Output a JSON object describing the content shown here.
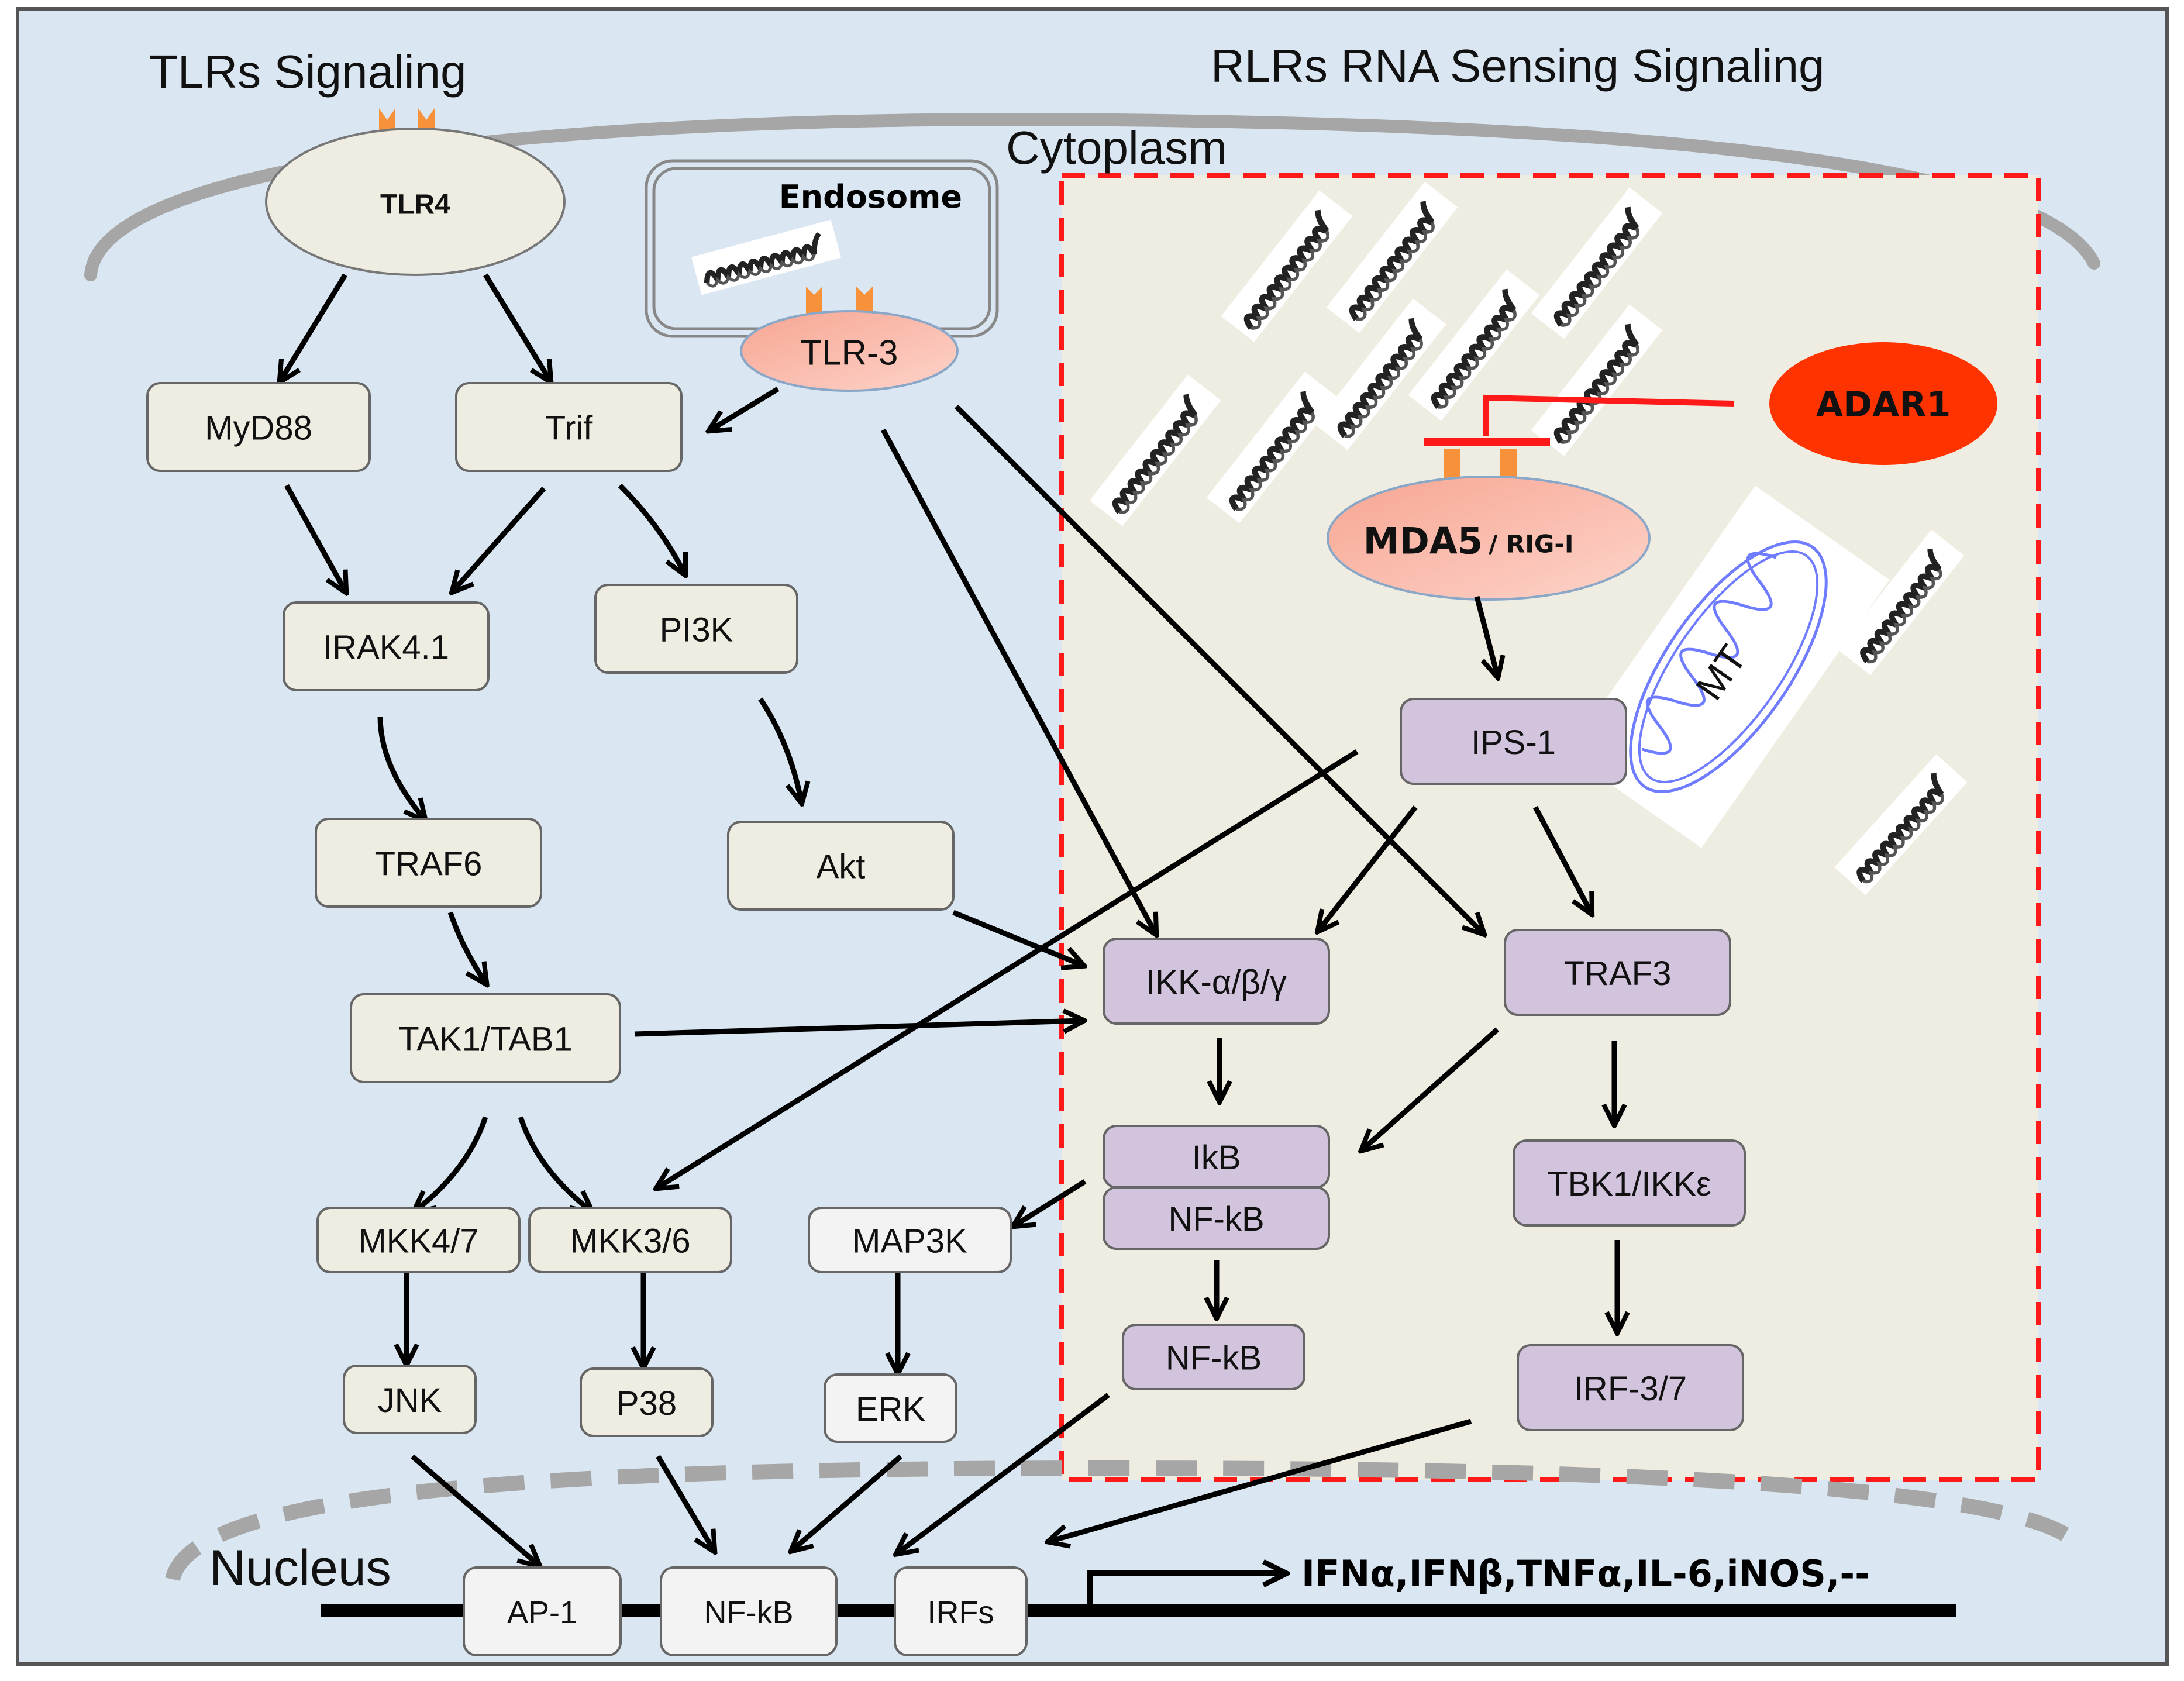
{
  "titles": {
    "tlrs": "TLRs Signaling",
    "rlrs": "RLRs RNA Sensing Signaling",
    "cytoplasm": "Cytoplasm",
    "nucleus": "Nucleus",
    "endosome": "Endosome",
    "mitochondrion": "MT",
    "output_genes": "IFNα,IFNβ,TNFα,IL-6,iNOS,--"
  },
  "colors": {
    "background": "#dae6f1",
    "rlr_region": "#efede2",
    "rlr_border": "#ff1a1a",
    "tlr_box": "#efede2",
    "rlr_box": "#d3c4de",
    "plain_box": "#f3f3f3",
    "receptor_pink": "#f9bcae",
    "adar1": "#ff3300",
    "inhibition": "#ff1a1a",
    "membrane": "#a6a6a6",
    "receptor_orange": "#f7923a",
    "mito": "#6f7cff"
  },
  "receptors": {
    "tlr4": "TLR4",
    "tlr3": "TLR-3",
    "mda5": "MDA5",
    "rigi": "/ RIG-I",
    "adar1": "ADAR1"
  },
  "nodes": {
    "myd88": "MyD88",
    "trif": "Trif",
    "irak": "IRAK4.1",
    "pi3k": "PI3K",
    "traf6": "TRAF6",
    "akt": "Akt",
    "tak1": "TAK1/TAB1",
    "mkk47": "MKK4/7",
    "mkk36": "MKK3/6",
    "map3k": "MAP3K",
    "jnk": "JNK",
    "p38": "P38",
    "erk": "ERK",
    "ips1": "IPS-1",
    "ikk": "IKK-α/β/γ",
    "traf3": "TRAF3",
    "ikb": "IkB",
    "nfkb_complex": "NF-kB",
    "tbk1": "TBK1/IKKε",
    "nfkb_free": "NF-kB",
    "irf37": "IRF-3/7",
    "ap1_nuc": "AP-1",
    "nfkb_nuc": "NF-kB",
    "irfs_nuc": "IRFs"
  }
}
